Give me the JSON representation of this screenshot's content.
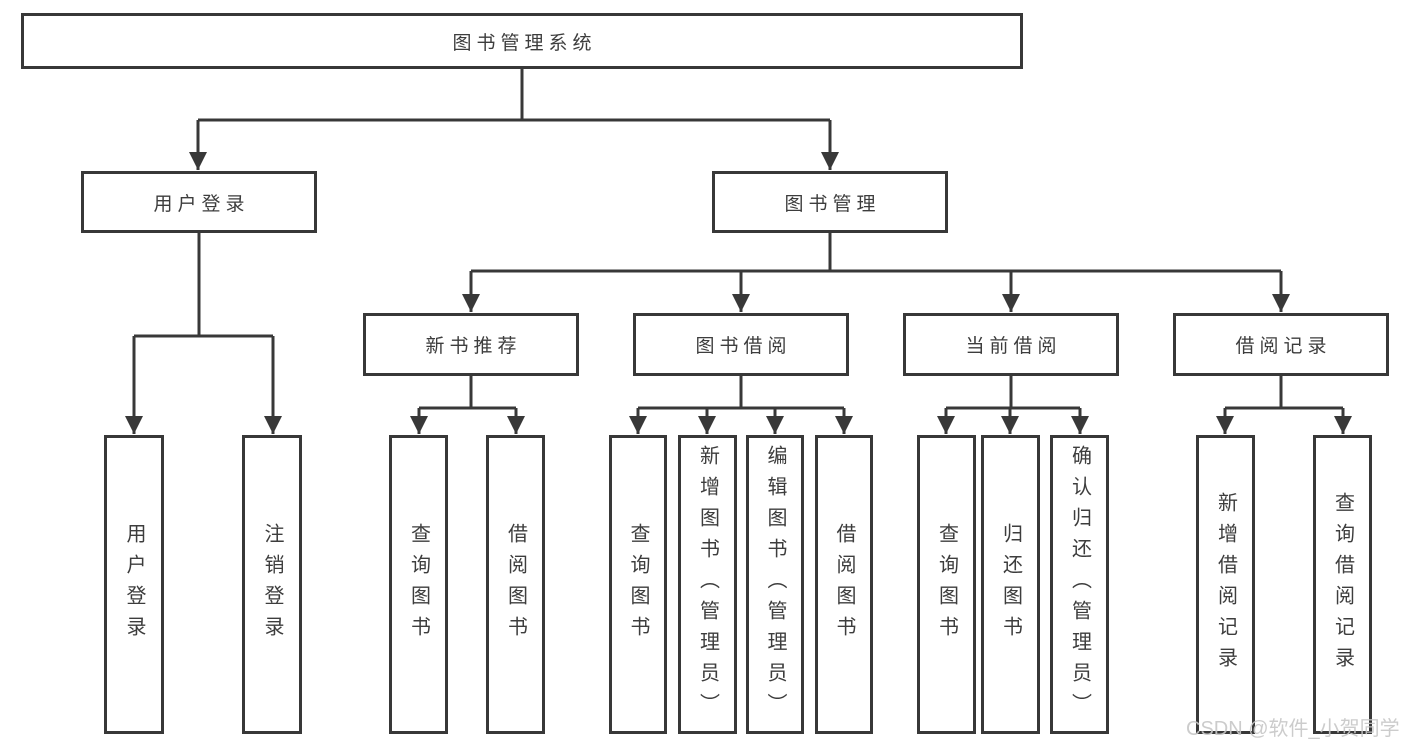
{
  "colors": {
    "line": "#383838",
    "border": "#383838",
    "text": "#3d3d3d",
    "background": "#ffffff",
    "watermark_text_color": "#c7c7c7"
  },
  "nodes": {
    "root": "图书管理系统",
    "level2": [
      "用户登录",
      "图书管理"
    ],
    "level3": [
      "新书推荐",
      "图书借阅",
      "当前借阅",
      "借阅记录"
    ],
    "leaves": [
      "用户登录",
      "注销登录",
      "查询图书",
      "借阅图书",
      "查询图书",
      "新增图书（管理员）",
      "编辑图书（管理员）",
      "借阅图书",
      "查询图书",
      "归还图书",
      "确认归还（管理员）",
      "新增借阅记录",
      "查询借阅记录"
    ]
  },
  "hierarchy": {
    "图书管理系统": [
      "用户登录",
      "图书管理"
    ],
    "用户登录": [
      "用户登录",
      "注销登录"
    ],
    "图书管理": [
      "新书推荐",
      "图书借阅",
      "当前借阅",
      "借阅记录"
    ],
    "新书推荐": [
      "查询图书",
      "借阅图书"
    ],
    "图书借阅": [
      "查询图书",
      "新增图书（管理员）",
      "编辑图书（管理员）",
      "借阅图书"
    ],
    "当前借阅": [
      "查询图书",
      "归还图书",
      "确认归还（管理员）"
    ],
    "借阅记录": [
      "新增借阅记录",
      "查询借阅记录"
    ]
  },
  "watermark": "CSDN @软件_小贺同学"
}
